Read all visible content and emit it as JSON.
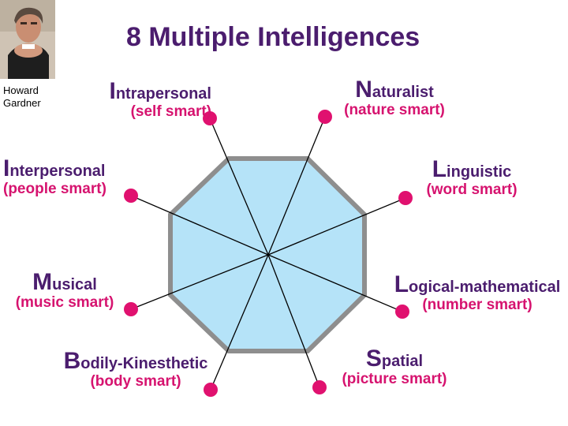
{
  "title": "8 Multiple Intelligences",
  "portrait": {
    "caption_line1": "Howard",
    "caption_line2": "Gardner"
  },
  "colors": {
    "title": "#4b1d6e",
    "subtitle": "#d6136f",
    "octagon_fill": "#b5e3f8",
    "octagon_stroke": "#8e8e8e",
    "dot": "#e0116f"
  },
  "intelligences": [
    {
      "initial": "I",
      "rest": "ntrapersonal",
      "subtitle": "(self smart)"
    },
    {
      "initial": "N",
      "rest": "aturalist",
      "subtitle": "(nature smart)"
    },
    {
      "initial": "I",
      "rest": "nterpersonal",
      "subtitle": "(people smart)"
    },
    {
      "initial": "L",
      "rest": "inguistic",
      "subtitle": "(word smart)"
    },
    {
      "initial": "M",
      "rest": "usical",
      "subtitle": "(music smart)"
    },
    {
      "initial": "L",
      "rest": "ogical-mathematical",
      "subtitle": "(number smart)"
    },
    {
      "initial": "B",
      "rest": "odily-Kinesthetic",
      "subtitle": "(body smart)"
    },
    {
      "initial": "S",
      "rest": "patial",
      "subtitle": "(picture smart)"
    }
  ]
}
